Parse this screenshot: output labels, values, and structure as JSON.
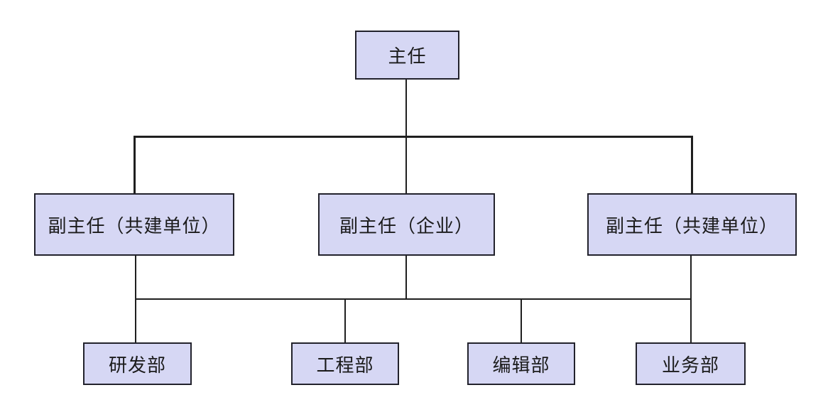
{
  "theme": {
    "page_bg": "#ffffff",
    "node_fill": "#d6d7f4",
    "node_border": "#22222c",
    "node_text": "#1b1b1b",
    "line_color": "#1f1f1f"
  },
  "org_chart": {
    "type": "org-hierarchy-flowchart",
    "root": {
      "label": "主任"
    },
    "level2": [
      {
        "label": "副主任（共建单位）"
      },
      {
        "label": "副主任（企业）"
      },
      {
        "label": "副主任（共建单位）"
      }
    ],
    "level3": [
      {
        "label": "研发部"
      },
      {
        "label": "工程部"
      },
      {
        "label": "编辑部"
      },
      {
        "label": "业务部"
      }
    ]
  }
}
